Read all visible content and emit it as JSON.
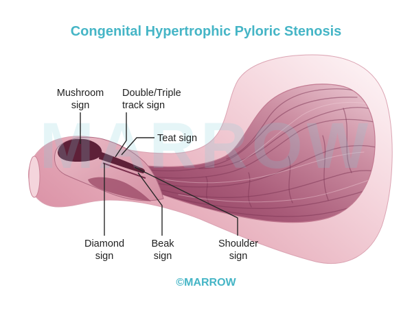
{
  "title": "Congenital Hypertrophic Pyloric Stenosis",
  "watermark": "MARROW",
  "labels": {
    "mushroom": {
      "line1": "Mushroom",
      "line2": "sign"
    },
    "double_triple_track": {
      "line1": "Double/Triple",
      "line2": "track sign"
    },
    "teat": {
      "line1": "Teat sign"
    },
    "diamond": {
      "line1": "Diamond",
      "line2": "sign"
    },
    "beak": {
      "line1": "Beak",
      "line2": "sign"
    },
    "shoulder": {
      "line1": "Shoulder",
      "line2": "sign"
    }
  },
  "footer": "©MARROW",
  "colors": {
    "title": "#45b5c6",
    "footer": "#45b5c6",
    "label_text": "#1e1e1e",
    "leader": "#262626",
    "watermark": "#7fcfdb",
    "outer_wall": "#e8b6c2",
    "mucosa": "#a2546f",
    "lumen": "#5e2038"
  }
}
